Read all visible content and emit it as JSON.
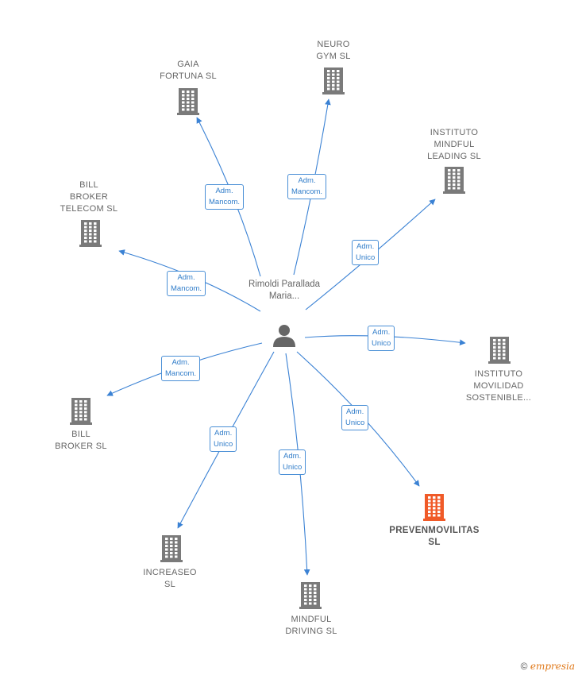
{
  "center": {
    "name": "Rimoldi\nParallada\nMaria..."
  },
  "colors": {
    "edge": "#3b82d4",
    "building": "#7a7a7a",
    "highlight": "#f05a28",
    "person": "#666666"
  },
  "nodes": [
    {
      "id": "gaia",
      "name": "GAIA\nFORTUNA  SL",
      "relation": "Adm.\nMancom.",
      "highlight": false
    },
    {
      "id": "neuro",
      "name": "NEURO\nGYM  SL",
      "relation": "Adm.\nMancom.",
      "highlight": false
    },
    {
      "id": "instituto-mindful",
      "name": "INSTITUTO\nMINDFUL\nLEADING  SL",
      "relation": "Adm.\nUnico",
      "highlight": false
    },
    {
      "id": "bill-telecom",
      "name": "BILL\nBROKER\nTELECOM  SL",
      "relation": "Adm.\nMancom.",
      "highlight": false
    },
    {
      "id": "instituto-movilidad",
      "name": "INSTITUTO\nMOVILIDAD\nSOSTENIBLE...",
      "relation": "Adm.\nUnico",
      "highlight": false
    },
    {
      "id": "bill-broker",
      "name": "BILL\nBROKER  SL",
      "relation": "Adm.\nMancom.",
      "highlight": false
    },
    {
      "id": "prevenmovilitas",
      "name": "PREVENMOVILITAS\nSL",
      "relation": "Adm.\nUnico",
      "highlight": true
    },
    {
      "id": "increaseo",
      "name": "INCREASEO\nSL",
      "relation": "Adm.\nUnico",
      "highlight": false
    },
    {
      "id": "mindful-driving",
      "name": "MINDFUL\nDRIVING  SL",
      "relation": "Adm.\nUnico",
      "highlight": false
    }
  ],
  "footer": {
    "copyright": "©",
    "brand": "empresia"
  }
}
